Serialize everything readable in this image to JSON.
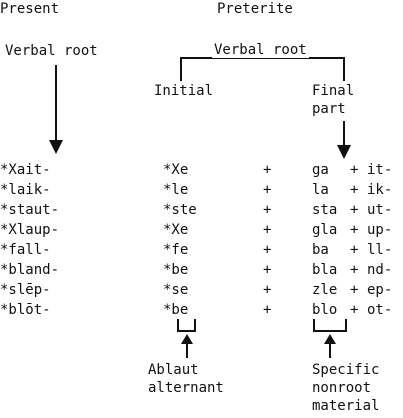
{
  "headers": {
    "present": "Present",
    "preterite": "Preterite"
  },
  "labels": {
    "present_root": "Verbal root",
    "preterite_root": "Verbal root",
    "initial": "Initial",
    "final_line1": "Final",
    "final_line2": "part",
    "ablaut_line1": "Ablaut",
    "ablaut_line2": "alternant",
    "specific_line1": "Specific",
    "specific_line2": "nonroot",
    "specific_line3": "material"
  },
  "rows": [
    {
      "present": "*Xait-",
      "initial": "*Xe",
      "plus": "+",
      "final": "ga",
      "plus2": "+",
      "suffix": "it-"
    },
    {
      "present": "*laik-",
      "initial": "*le",
      "plus": "+",
      "final": "la",
      "plus2": "+",
      "suffix": "ik-"
    },
    {
      "present": "*staut-",
      "initial": "*ste",
      "plus": "+",
      "final": "sta",
      "plus2": "+",
      "suffix": "ut-"
    },
    {
      "present": "*Xlaup-",
      "initial": "*Xe",
      "plus": "+",
      "final": "gla",
      "plus2": "+",
      "suffix": "up-"
    },
    {
      "present": "*fall-",
      "initial": "*fe",
      "plus": "+",
      "final": "ba",
      "plus2": "+",
      "suffix": "ll-"
    },
    {
      "present": "*bland-",
      "initial": "*be",
      "plus": "+",
      "final": "bla",
      "plus2": "+",
      "suffix": "nd-"
    },
    {
      "present": "*slēp-",
      "initial": "*se",
      "plus": "+",
      "final": "zle",
      "plus2": "+",
      "suffix": "ep-"
    },
    {
      "present": "*blōt-",
      "initial": "*be",
      "plus": "+",
      "final": "blo",
      "plus2": "+",
      "suffix": "ot-"
    }
  ]
}
